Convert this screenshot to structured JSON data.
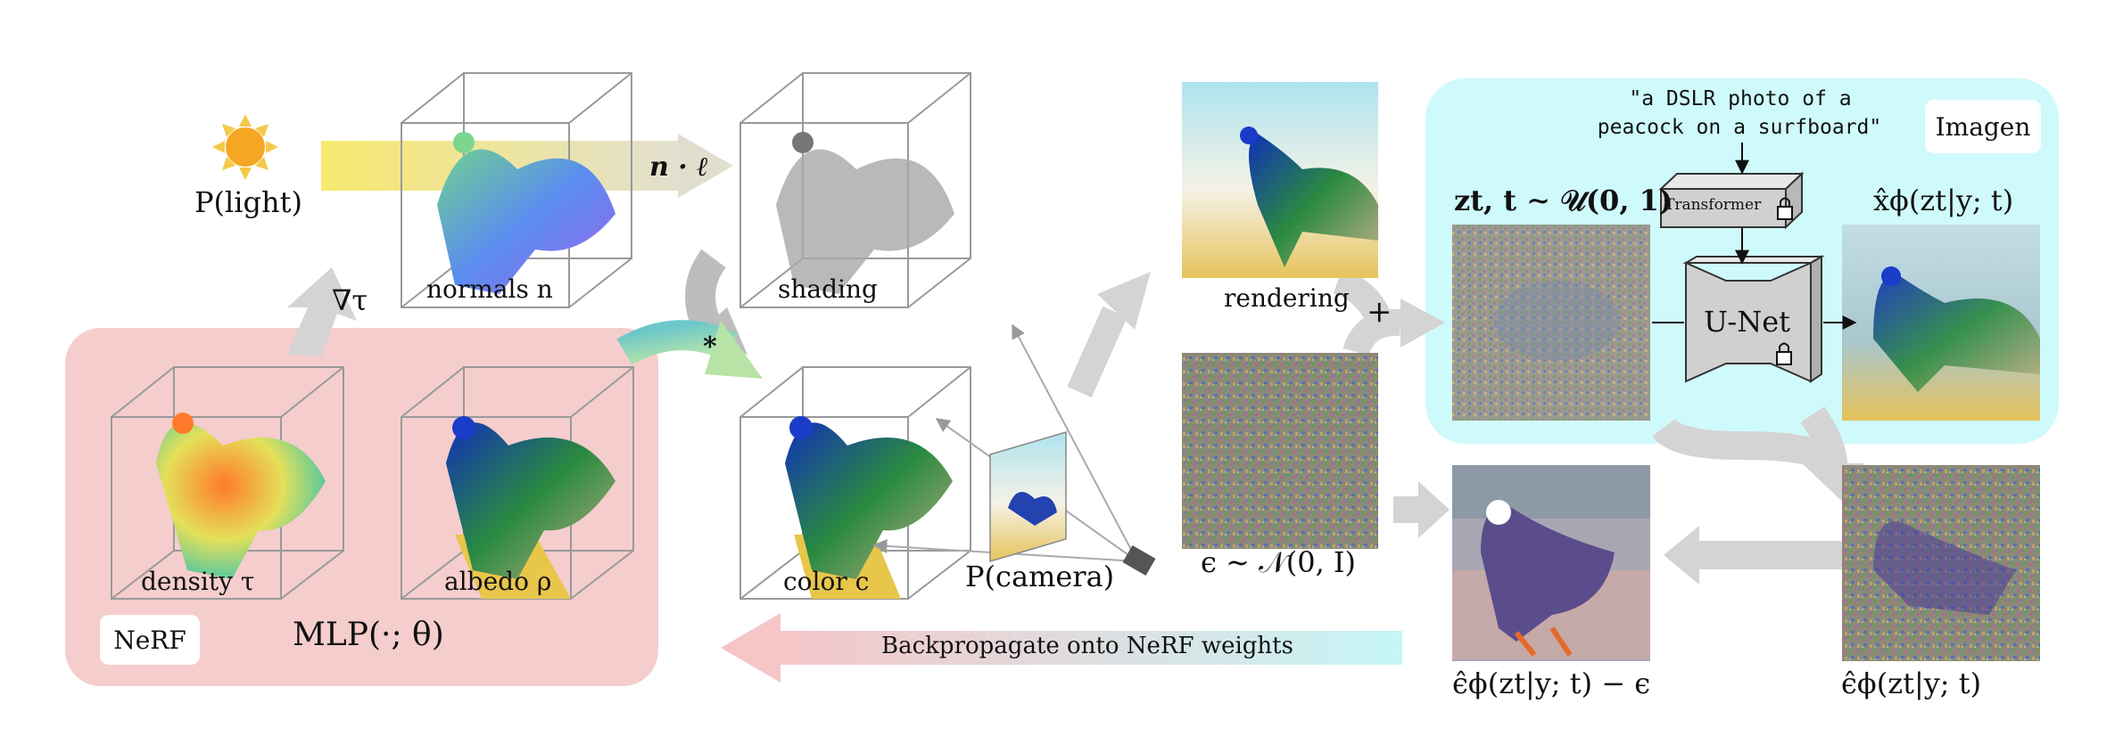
{
  "sun": {
    "label": "P(light)"
  },
  "grad": {
    "label": "∇τ"
  },
  "dot_product": {
    "label": "n · ℓ"
  },
  "multiply": {
    "label": "*"
  },
  "plus": {
    "label": "+"
  },
  "boxes": {
    "normals": "normals n",
    "shading": "shading",
    "density": "density τ",
    "albedo": "albedo ρ",
    "color": "color c"
  },
  "nerf": {
    "tag": "NeRF",
    "mlp": "MLP(·; θ)"
  },
  "camera": {
    "label": "P(camera)"
  },
  "rendering": {
    "label": "rendering"
  },
  "noise": {
    "label": "ϵ ∼ 𝒩(0, I)"
  },
  "imagen": {
    "tag": "Imagen",
    "prompt_line1": "\"a DSLR photo of a",
    "prompt_line2": "peacock on a surfboard\"",
    "transformer": "Transformer",
    "unet": "U-Net",
    "zt_label": "zt, t ∼ 𝒰(0, 1)",
    "xhat_label": "x̂ϕ(zt|y; t)"
  },
  "eps_hat_label": "ϵ̂ϕ(zt|y; t)",
  "grad_label": "ϵ̂ϕ(zt|y; t) − ϵ",
  "backprop": {
    "label": "Backpropagate onto NeRF weights"
  },
  "colors": {
    "nerf_bg": "#f5cdcd",
    "imagen_bg": "#cffafc",
    "arrow_gray": "#d4d4d4",
    "light_beam": "#f8ea78",
    "backprop_start": "#f7c9ca",
    "backprop_end": "#c8f6f8"
  }
}
